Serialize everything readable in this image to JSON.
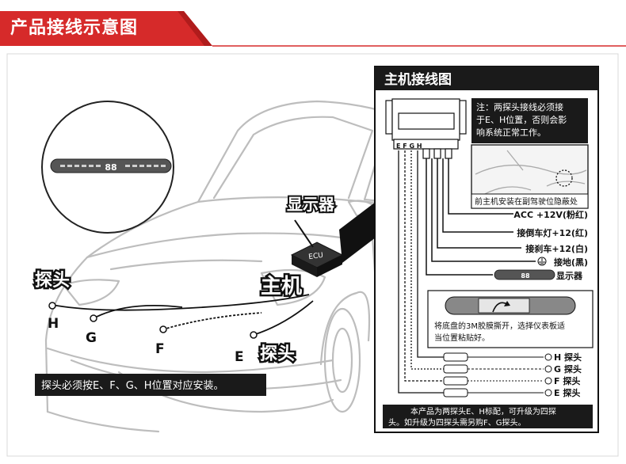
{
  "header": {
    "title": "产品接线示意图"
  },
  "car_view": {
    "display_label": "显示器",
    "host_label": "主机",
    "ecu_label": "ECU",
    "probe_label_left": "探头",
    "probe_label_right": "探头",
    "probe_letters": [
      "H",
      "G",
      "F",
      "E"
    ],
    "display_readout": "88",
    "note": "探头必须按E、F、G、H位置对应安装。"
  },
  "wiring_panel": {
    "title": "主机接线图",
    "port_letters": "E F G H",
    "note_lines": [
      "注：两探头接线必须接",
      "于E、H位置，否则会影",
      "响系统正常工作。"
    ],
    "mount_caption": "前主机安装在副驾驶位隐蔽处",
    "wires": [
      "ACC +12V(粉红)",
      "接倒车灯+12(红)",
      "接刹车+12(白)",
      "接地(黑)"
    ],
    "display_label": "显示器",
    "display_readout": "88",
    "sticker_lines": [
      "将底盘的3M胶膜撕开，选择仪表板适",
      "当位置粘贴好。"
    ],
    "probes": [
      "H 探头",
      "G 探头",
      "F 探头",
      "E 探头"
    ],
    "footer_lines": [
      "本产品为两探头E、H标配，可升级为四探",
      "头。如升级为四探头需另购F、G探头。"
    ]
  }
}
